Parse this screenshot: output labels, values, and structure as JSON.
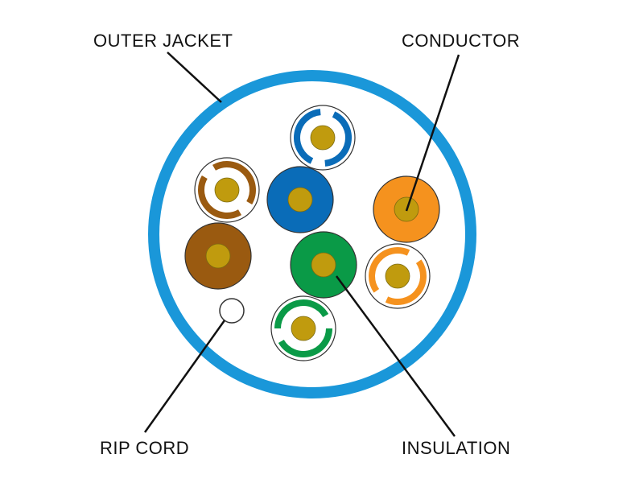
{
  "labels": {
    "outer_jacket": "OUTER JACKET",
    "conductor": "CONDUCTOR",
    "rip_cord": "RIP CORD",
    "insulation": "INSULATION"
  },
  "colors": {
    "jacket": "#1a97d9",
    "conductor": "#c09b0e",
    "blue": "#0a6cb8",
    "orange": "#f5921e",
    "green": "#0a9a47",
    "brown": "#9a5a10",
    "stroke": "#333333",
    "leader": "#111111"
  },
  "wires": [
    {
      "id": "blue-white",
      "color": "blue",
      "striped": true
    },
    {
      "id": "blue",
      "color": "blue",
      "striped": false
    },
    {
      "id": "brown-white",
      "color": "brown",
      "striped": true
    },
    {
      "id": "brown",
      "color": "brown",
      "striped": false
    },
    {
      "id": "green",
      "color": "green",
      "striped": false
    },
    {
      "id": "green-white",
      "color": "green",
      "striped": true
    },
    {
      "id": "orange",
      "color": "orange",
      "striped": false
    },
    {
      "id": "orange-white",
      "color": "orange",
      "striped": true
    }
  ]
}
